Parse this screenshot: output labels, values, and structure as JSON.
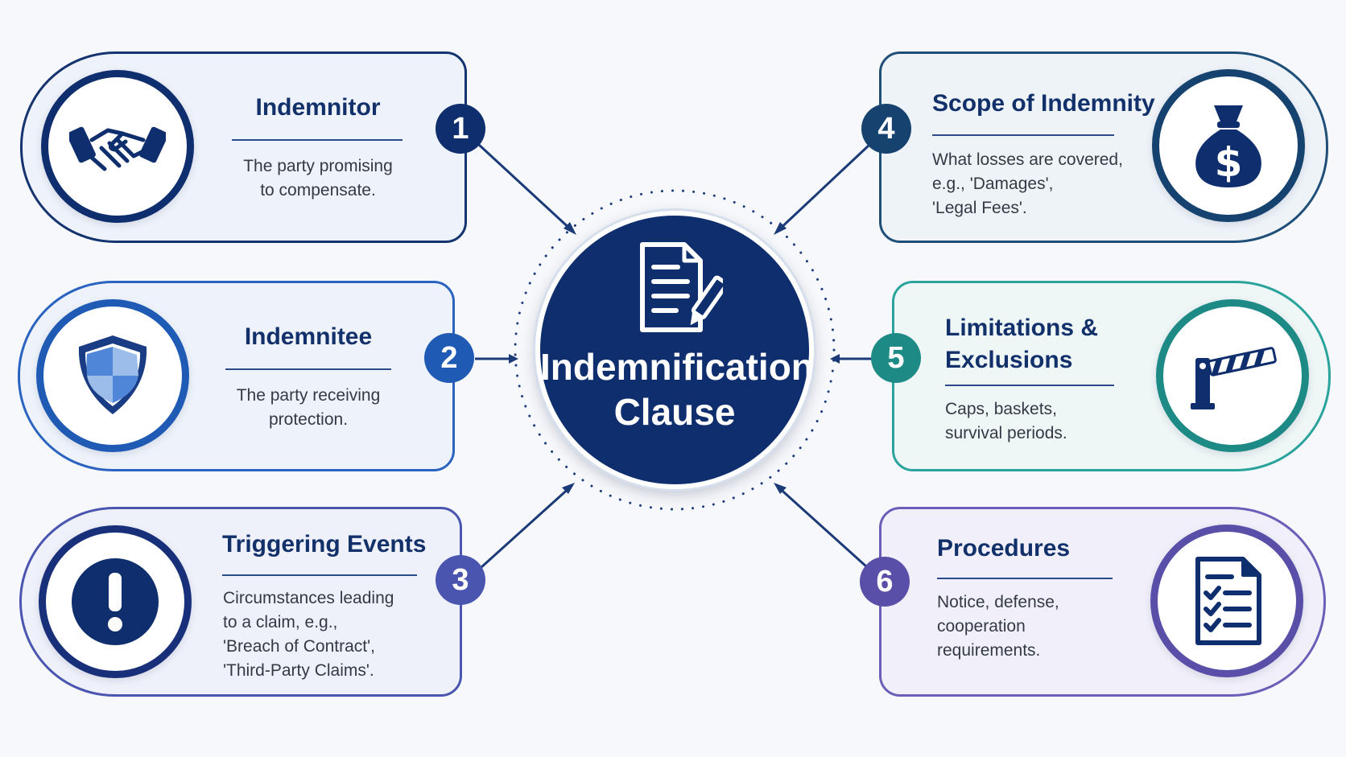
{
  "hub": {
    "title_lines": [
      "Indemnification",
      "Clause"
    ],
    "icon": "document-pen-icon"
  },
  "items": [
    {
      "number": "1",
      "title_lines": [
        "Indemnitor"
      ],
      "desc_lines": [
        "The party promising",
        "to compensate."
      ],
      "icon": "handshake-icon",
      "color": "#0f2e6e"
    },
    {
      "number": "2",
      "title_lines": [
        "Indemnitee"
      ],
      "desc_lines": [
        "The party receiving",
        "protection."
      ],
      "icon": "shield-icon",
      "color": "#1f5bb5"
    },
    {
      "number": "3",
      "title_lines": [
        "Triggering Events"
      ],
      "desc_lines": [
        "Circumstances leading",
        "to a claim, e.g.,",
        "'Breach of Contract',",
        "'Third-Party Claims'."
      ],
      "icon": "exclamation-icon",
      "color": "#4a55b0"
    },
    {
      "number": "4",
      "title_lines": [
        "Scope of Indemnity"
      ],
      "desc_lines": [
        "What losses are covered,",
        "e.g., 'Damages',",
        "'Legal Fees'."
      ],
      "icon": "money-bag-icon",
      "color": "#15426e"
    },
    {
      "number": "5",
      "title_lines": [
        "Limitations &",
        "Exclusions"
      ],
      "desc_lines": [
        "Caps, baskets,",
        "survival periods."
      ],
      "icon": "barrier-gate-icon",
      "color": "#1e8a86"
    },
    {
      "number": "6",
      "title_lines": [
        "Procedures"
      ],
      "desc_lines": [
        "Notice, defense,",
        "cooperation",
        "requirements."
      ],
      "icon": "checklist-icon",
      "color": "#5a4fa8"
    }
  ]
}
